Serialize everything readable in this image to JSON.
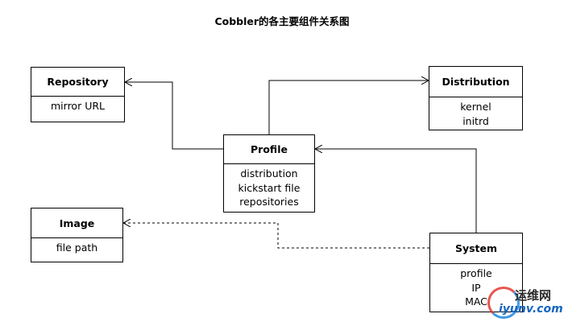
{
  "title": "Cobbler的各主要组件关系图",
  "entities": {
    "repository": {
      "name": "Repository",
      "attrs": [
        "mirror URL"
      ]
    },
    "distribution": {
      "name": "Distribution",
      "attrs": [
        "kernel",
        "initrd"
      ]
    },
    "profile": {
      "name": "Profile",
      "attrs": [
        "distribution",
        "kickstart file",
        "repositories"
      ]
    },
    "image": {
      "name": "Image",
      "attrs": [
        "file path"
      ]
    },
    "system": {
      "name": "System",
      "attrs": [
        "profile",
        "IP",
        "MAC"
      ]
    }
  },
  "relations": [
    {
      "from": "profile",
      "to": "repository",
      "style": "solid"
    },
    {
      "from": "profile",
      "to": "distribution",
      "style": "solid"
    },
    {
      "from": "system",
      "to": "profile",
      "style": "solid"
    },
    {
      "from": "system",
      "to": "image",
      "style": "dashed"
    }
  ],
  "watermark": {
    "text_cn": "运维网",
    "url": "iyunv.com"
  }
}
